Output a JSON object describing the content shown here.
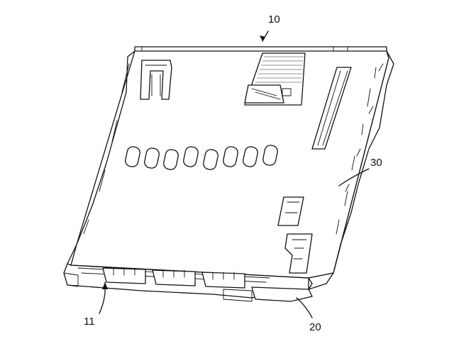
{
  "figure": {
    "reference_numerals": {
      "connector": "10",
      "card_slot": "11",
      "housing": "20",
      "shell": "30"
    }
  }
}
